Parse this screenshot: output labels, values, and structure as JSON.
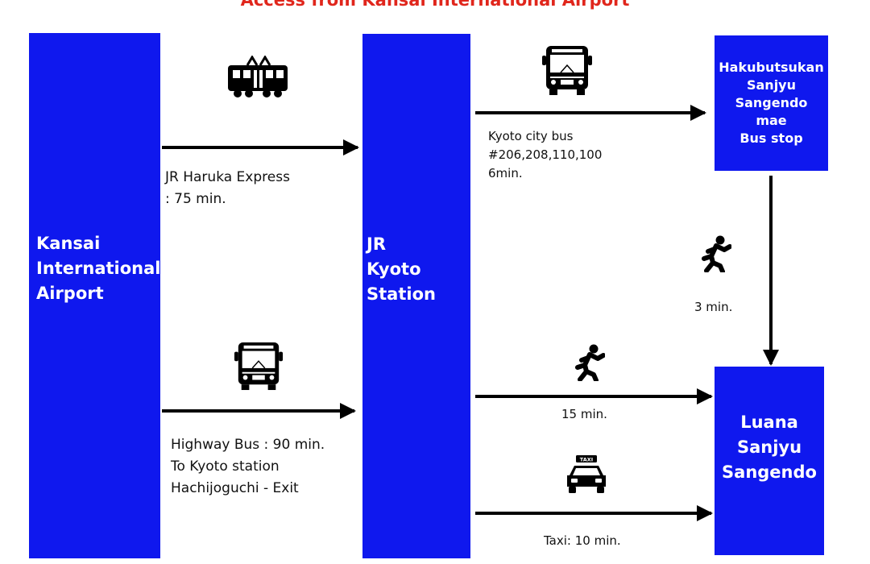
{
  "title": "Access from Kansai International Airport",
  "nodes": {
    "kix": [
      "Kansai",
      "International",
      "Airport"
    ],
    "kyoto": [
      "JR",
      "Kyoto",
      "Station"
    ],
    "bus_stop": [
      "Hakubutsukan",
      "Sanjyu",
      "Sangendo",
      "mae",
      "Bus stop"
    ],
    "destination": [
      "Luana",
      "Sanjyu",
      "Sangendo"
    ]
  },
  "routes": {
    "train": [
      "JR Haruka Express",
      ": 75 min."
    ],
    "highway_bus": [
      "Highway Bus : 90 min.",
      "To Kyoto station",
      "Hachijoguchi - Exit"
    ],
    "city_bus": [
      "Kyoto city bus",
      "#206,208,110,100",
      "6min."
    ],
    "walk_from_stop": "3 min.",
    "walk_from_station": "15 min.",
    "taxi": "Taxi: 10 min.",
    "taxi_sign": "TAXI"
  },
  "icons": [
    "train-icon",
    "bus-icon",
    "pedestrian-icon",
    "taxi-icon"
  ],
  "colors": {
    "title": "#e0261c",
    "box": "#0f18ee",
    "box_text": "#ffffff",
    "arrow": "#000000"
  }
}
